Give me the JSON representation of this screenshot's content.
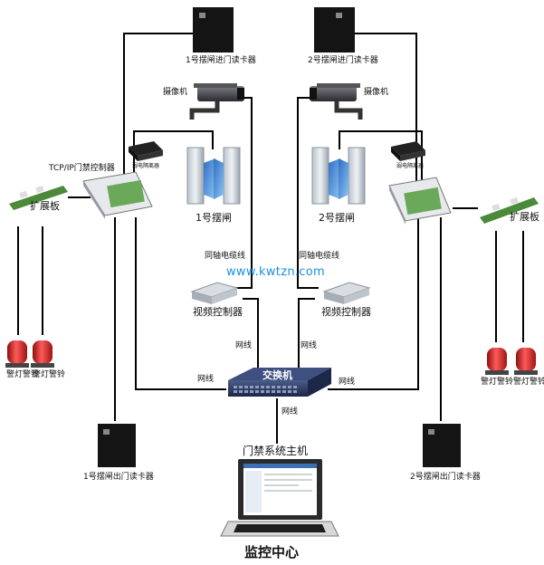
{
  "diagram": {
    "reader_in_1": "1号摆闸进门读卡器",
    "reader_in_2": "2号摆闸进门读卡器",
    "reader_out_1": "1号摆闸出门读卡器",
    "reader_out_2": "2号摆闸出门读卡器",
    "camera_left": "摄像机",
    "camera_right": "摄像机",
    "relay_left": "弱电隔离器",
    "relay_right": "弱电隔离器",
    "tcp_controller": "TCP/IP门禁控制器",
    "expansion_left": "扩展板",
    "expansion_right": "扩展板",
    "gate_1": "1号摆闸",
    "gate_2": "2号摆闸",
    "coax_left": "同轴电缆线",
    "coax_right": "同轴电缆线",
    "website": "www.kwtzn.com",
    "video_ctrl_left": "视频控制器",
    "video_ctrl_right": "视频控制器",
    "net_1": "网线",
    "net_2": "网线",
    "net_3": "网线",
    "net_4": "网线",
    "net_5": "网线",
    "switch": "交换机",
    "host": "门禁系统主机",
    "monitor_center": "监控中心",
    "alarm_1": "警灯警铃",
    "alarm_2": "警灯警铃",
    "alarm_3": "警灯警铃",
    "alarm_4": "警灯警铃"
  },
  "colors": {
    "line": "#000000",
    "reader": "#141414",
    "switch": "#2d3e66",
    "alarm": "#d42424",
    "gate_glass": "#3f86d8",
    "url": "#1a8fe0"
  }
}
